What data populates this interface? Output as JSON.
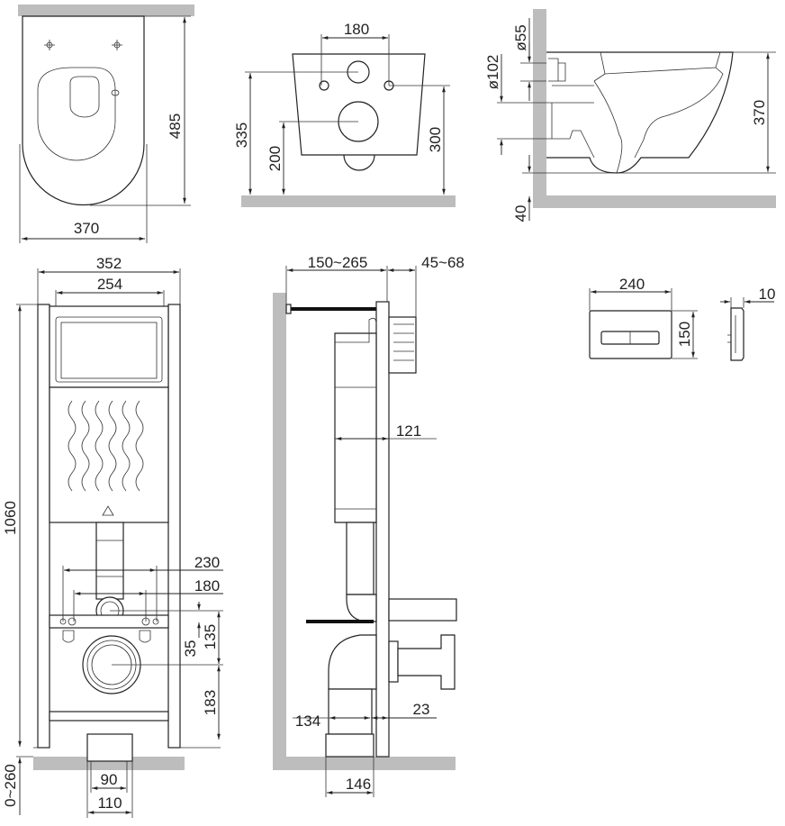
{
  "title": "Wall-hung toilet and installation frame dimension drawing",
  "views": {
    "bowl_top": {
      "depth": "485",
      "width": "370"
    },
    "bowl_front": {
      "bolt_spacing": "180",
      "inlet_height": "335",
      "outlet_height": "200",
      "bolt_height": "300"
    },
    "bowl_side": {
      "inlet_diameter": "ø55",
      "outlet_diameter": "ø102",
      "height": "370",
      "floor_gap": "40"
    },
    "frame_front": {
      "outer_width": "352",
      "inner_width": "254",
      "height": "1060",
      "leg_adjust": "0~260",
      "bolt_outer": "230",
      "bolt_inner": "180",
      "inlet_offset": "135",
      "bolt_offset": "35",
      "outlet_height": "183",
      "drain_inner": "90",
      "drain_outer": "110"
    },
    "frame_side": {
      "wall_distance": "150~265",
      "depth_adjust": "45~68",
      "tank_depth": "121",
      "drain_offset": "134",
      "drain_gap": "23",
      "drain_width": "146"
    },
    "flush_plate": {
      "width": "240",
      "height": "150",
      "thickness": "10"
    }
  },
  "colors": {
    "wall": "#bdbdbd",
    "line": "#222222"
  }
}
